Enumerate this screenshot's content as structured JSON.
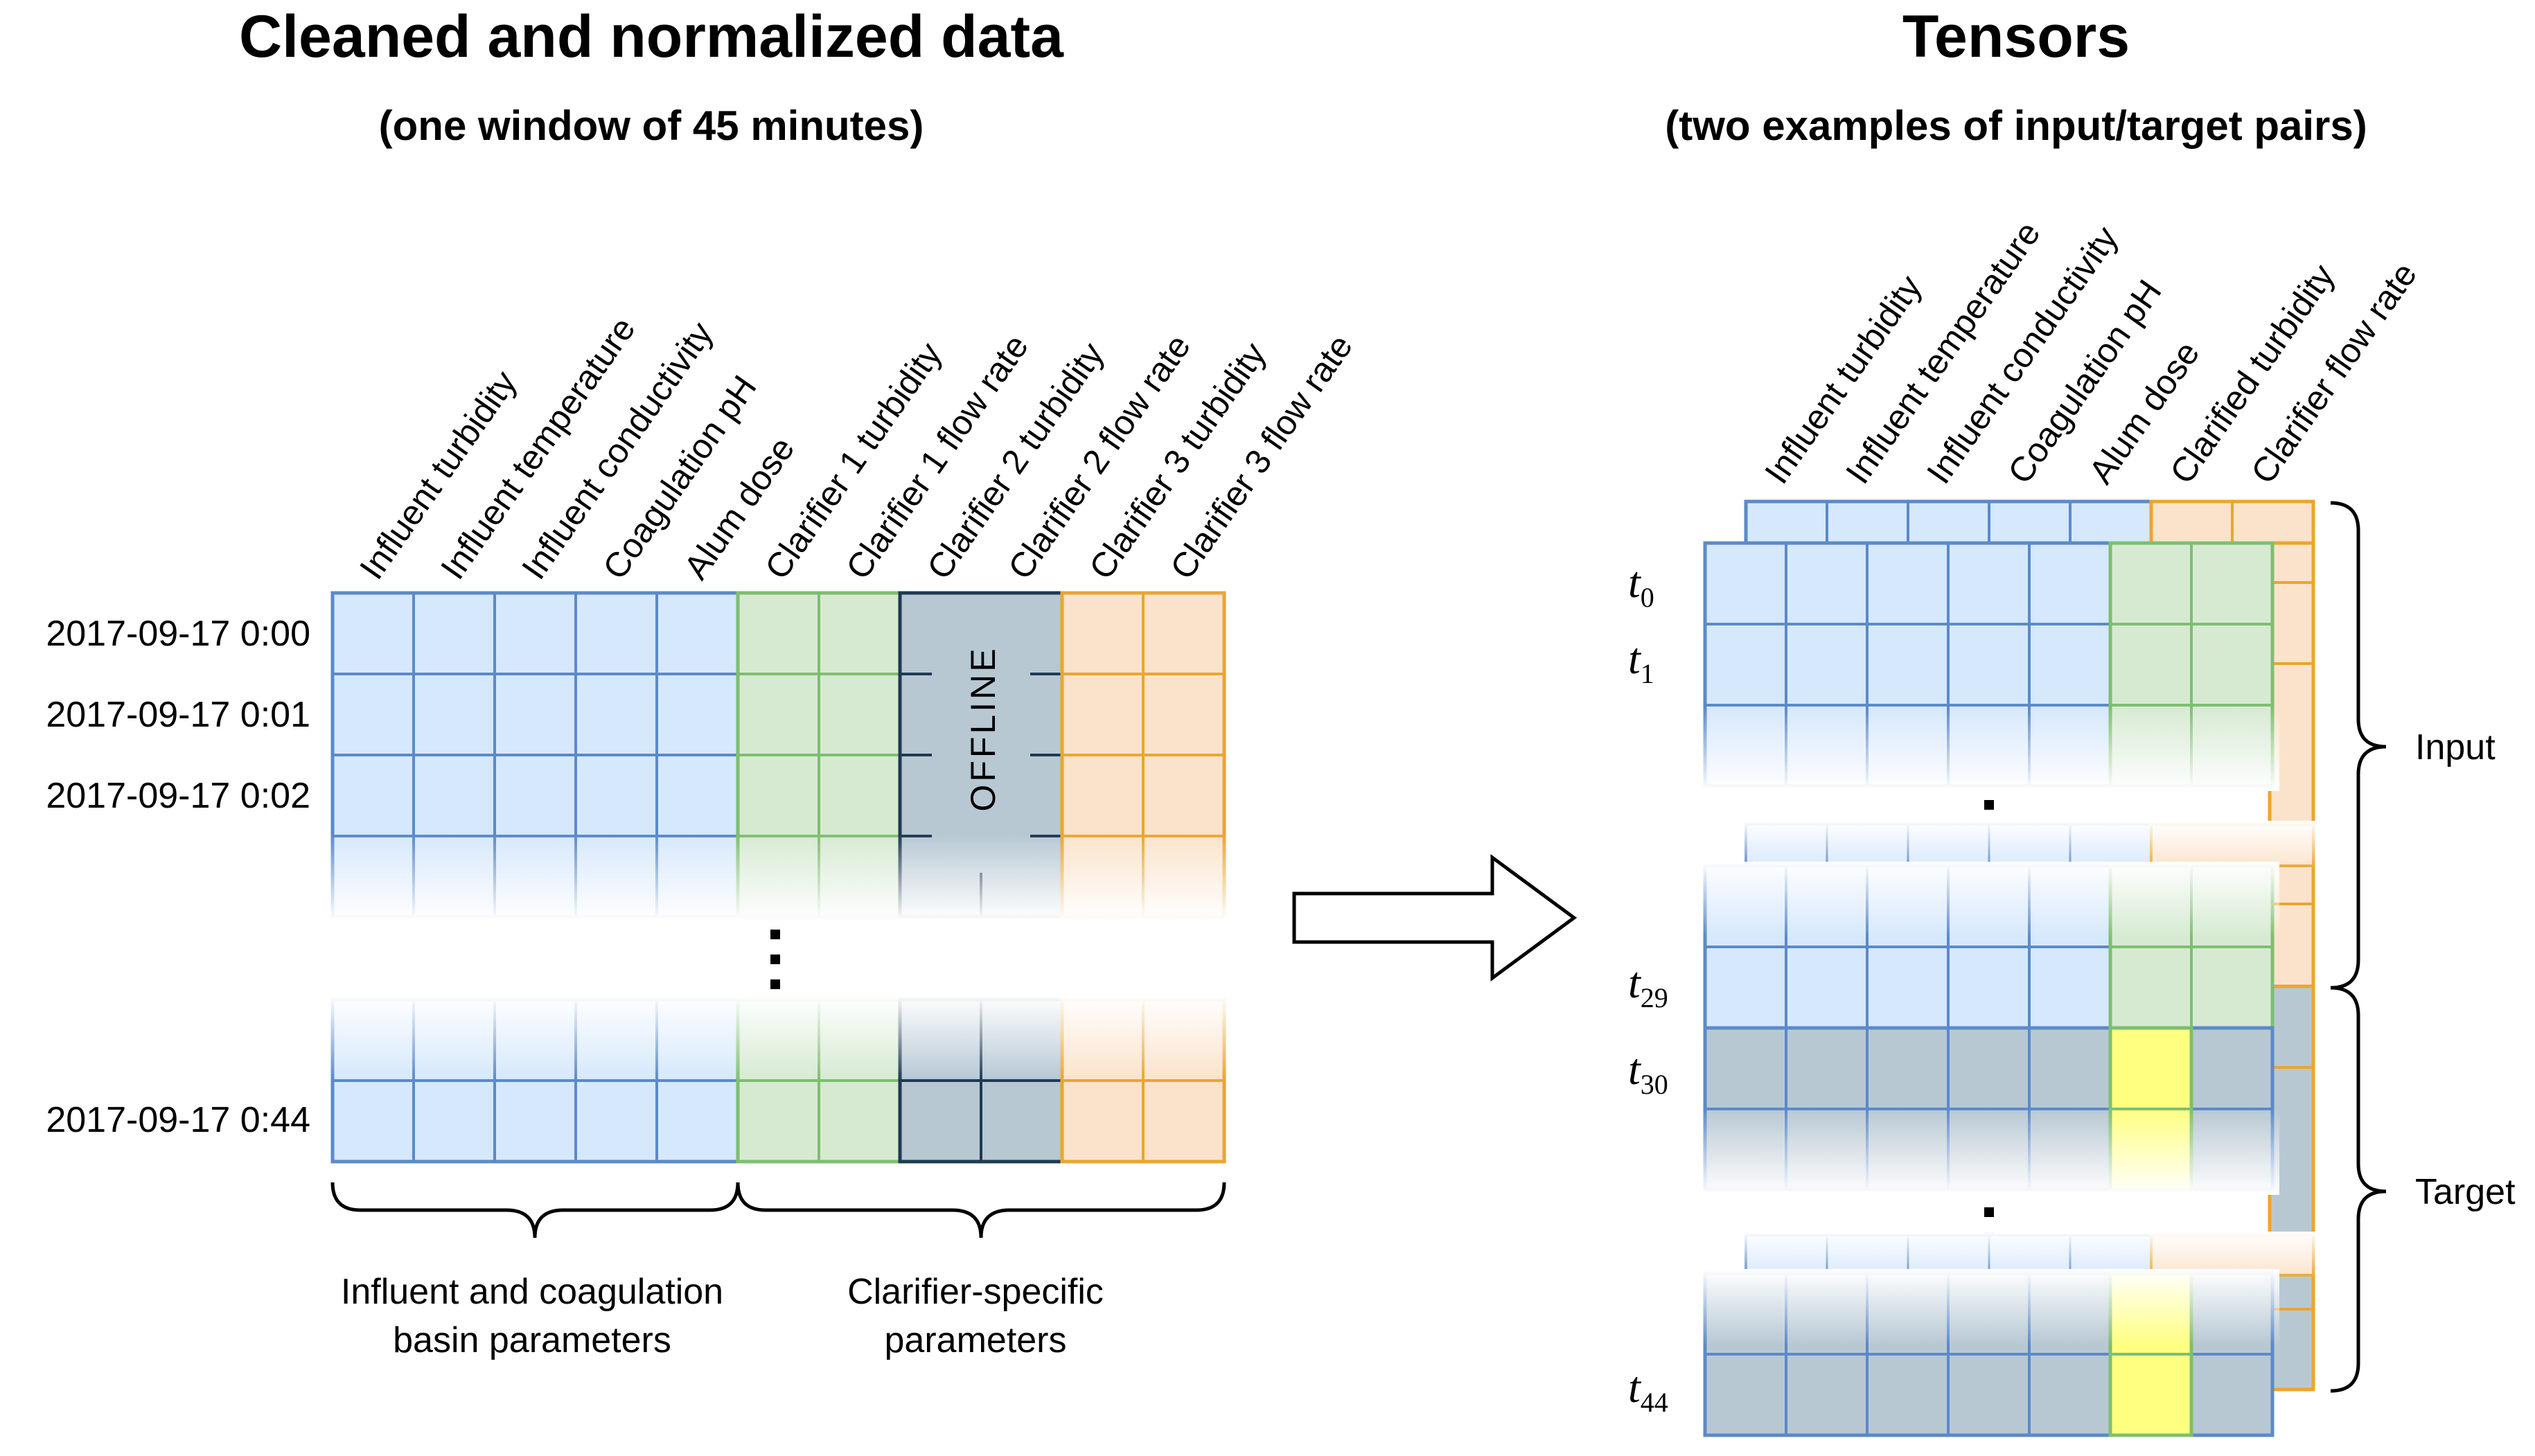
{
  "left": {
    "title": "Cleaned and normalized data",
    "subtitle": "(one window of 45 minutes)",
    "columns": [
      "Influent turbidity",
      "Influent temperature",
      "Influent conductivity",
      "Coagulation pH",
      "Alum dose",
      "Clarifier 1 turbidity",
      "Clarifier 1 flow rate",
      "Clarifier 2 turbidity",
      "Clarifier 2 flow rate",
      "Clarifier 3 turbidity",
      "Clarifier 3 flow rate"
    ],
    "rows": [
      "2017-09-17 0:00",
      "2017-09-17 0:01",
      "2017-09-17 0:02",
      "2017-09-17 0:44"
    ],
    "offline_label": "OFFLINE",
    "group_influent": [
      "Influent and coagulation",
      "basin parameters"
    ],
    "group_clarifier": [
      "Clarifier-specific",
      "parameters"
    ]
  },
  "right": {
    "title": "Tensors",
    "subtitle": "(two examples of input/target pairs)",
    "columns": [
      "Influent turbidity",
      "Influent temperature",
      "Influent conductivity",
      "Coagulation pH",
      "Alum dose",
      "Clarified turbidity",
      "Clarifier flow rate"
    ],
    "time_labels": [
      {
        "base": "t",
        "sub": "0"
      },
      {
        "base": "t",
        "sub": "1"
      },
      {
        "base": "t",
        "sub": "29"
      },
      {
        "base": "t",
        "sub": "30"
      },
      {
        "base": "t",
        "sub": "44"
      }
    ],
    "input_label": "Input",
    "target_label": "Target"
  },
  "colors": {
    "influent_fill": "#d6e8fb",
    "influent_stroke": "#5b8ac9",
    "clarifier_fill": "#d6ead2",
    "clarifier_stroke": "#7dbf70",
    "offline_fill": "#b7c8d3",
    "offline_stroke": "#1f3a53",
    "orange_fill": "#fbe3cb",
    "orange_stroke": "#eba530",
    "target_fill": "#b8c8d3",
    "highlight_fill": "#ffff80"
  }
}
